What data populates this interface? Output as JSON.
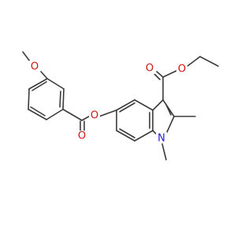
{
  "molecule": {
    "colors": {
      "bond": "#3a3a3a",
      "oxygen": "#d0160f",
      "nitrogen": "#1d1dd6",
      "background": "#ffffff"
    },
    "atom_labels": {
      "methoxy_oxygen": "O",
      "carbonyl_oxygen_aryl_ester": "O",
      "ester_oxygen_aryl_ester": "O",
      "ester_oxygen_ethyl": "O",
      "carbonyl_oxygen_ethyl_ester": "O",
      "ring_nitrogen": "N"
    }
  }
}
